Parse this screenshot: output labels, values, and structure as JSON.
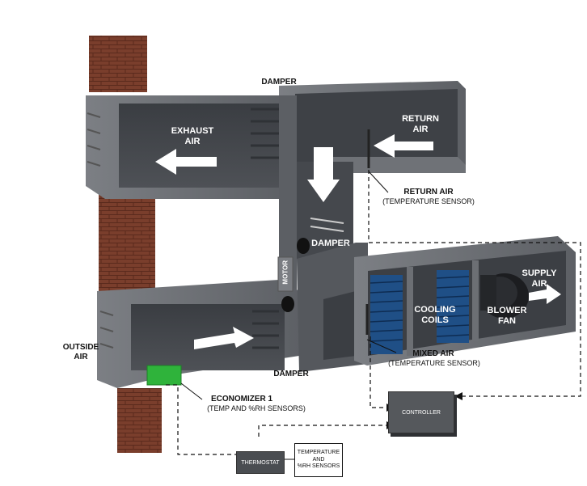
{
  "labels": {
    "damper_top": "DAMPER",
    "exhaust_air": "EXHAUST\nAIR",
    "return_air": "RETURN\nAIR",
    "return_air_sensor_title": "RETURN AIR",
    "return_air_sensor_sub": "(TEMPERATURE SENSOR)",
    "damper_middle": "DAMPER",
    "motor": "MOTOR",
    "supply_air": "SUPPLY\nAIR",
    "cooling_coils": "COOLING\nCOILS",
    "blower_fan": "BLOWER\nFAN",
    "outside_air": "OUTSIDE\nAIR",
    "mixed_air_title": "MIXED AIR",
    "mixed_air_sub": "(TEMPERATURE SENSOR)",
    "damper_bottom": "DAMPER",
    "economizer_title": "ECONOMIZER 1",
    "economizer_sub": "(TEMP AND %RH SENSORS)",
    "controller": "CONTROLLER",
    "thermostat": "THERMOSTAT",
    "temp_rh_sensors": "TEMPERATURE\nAND\n%RH SENSORS"
  },
  "colors": {
    "concrete": "#6e7176",
    "concrete_dark": "#3f4247",
    "concrete_light": "#8a8d91",
    "brick": "#7a3e2c",
    "economizer": "#2fb33b",
    "coil": "#1f4f86",
    "arrow": "#ffffff"
  }
}
